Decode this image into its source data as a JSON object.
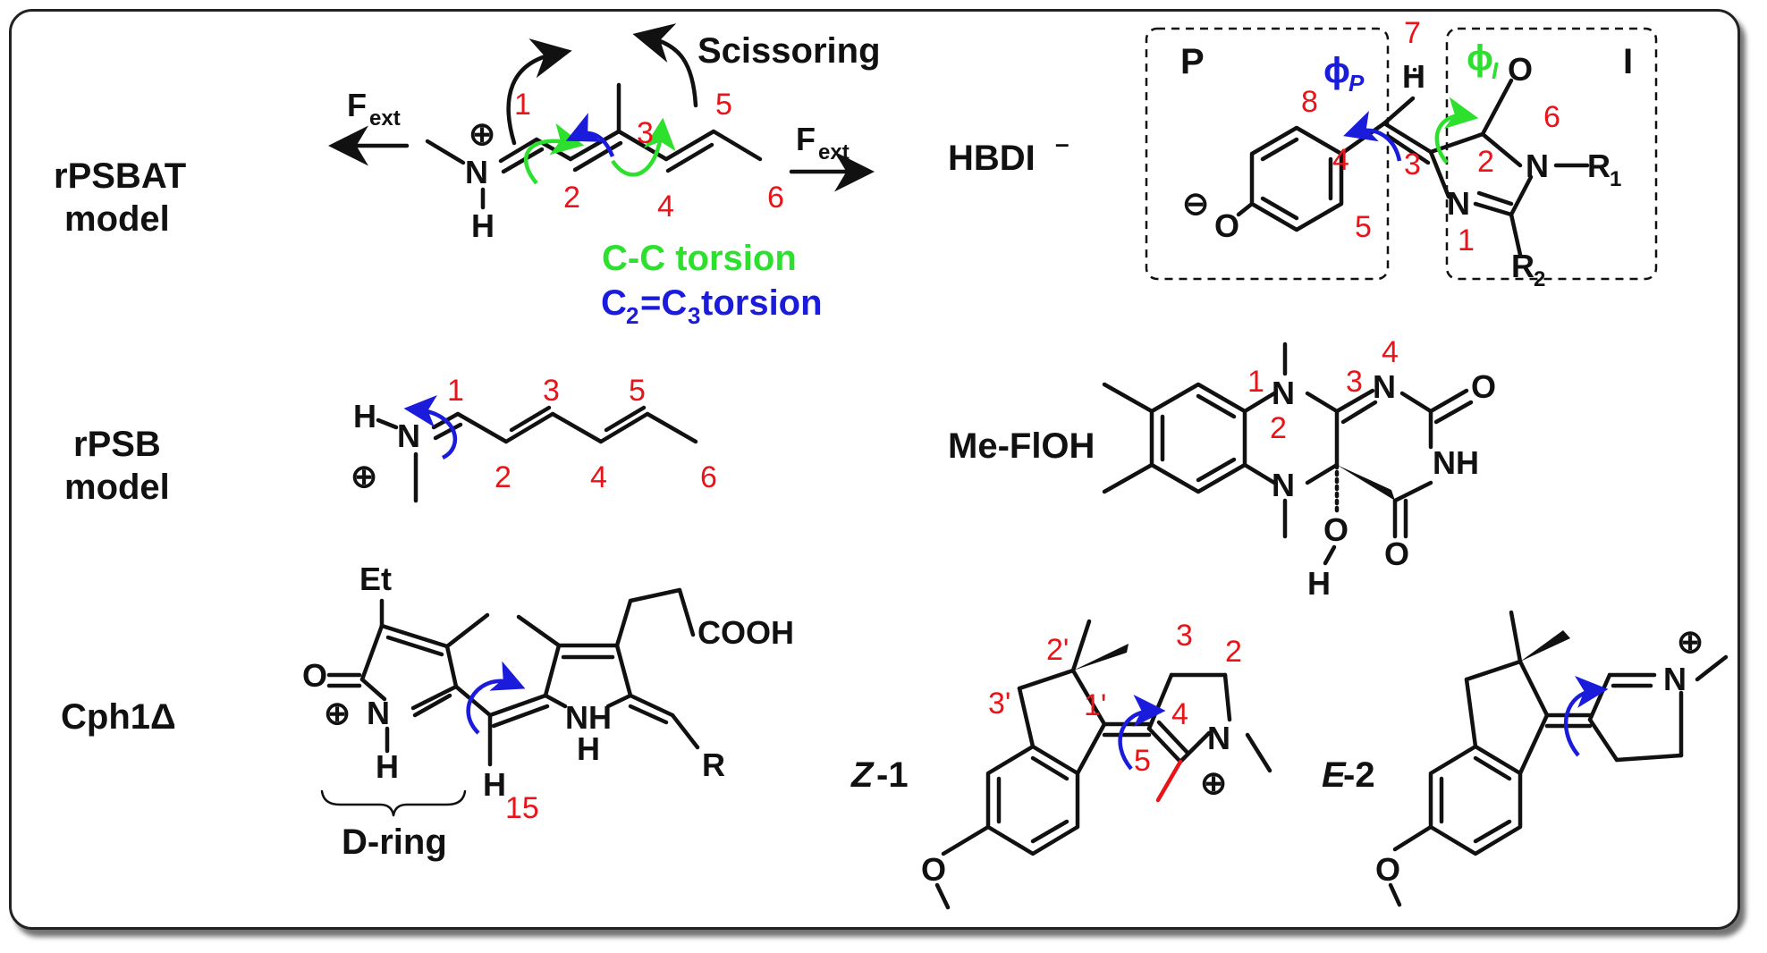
{
  "labels": {
    "rpsbat_line1": "rPSBAT",
    "rpsbat_line2": "model",
    "rpsb_line1": "rPSB",
    "rpsb_line2": "model",
    "cph1": "Cph1Δ",
    "hbdi": "HBDI",
    "hbdi_sup": "–",
    "meflon": "Me-FlOH",
    "z1_prefix": "Z",
    "z1_suffix": "-1",
    "e2_prefix": "E",
    "e2_suffix": "-2",
    "scissoring": "Scissoring",
    "fext": "F",
    "fext_sub": "ext",
    "cc_torsion": "C-C torsion",
    "c2c3_torsion": "C",
    "c2c3_rest": "=C",
    "c2c3_end": " torsion",
    "sub2": "2",
    "sub3": "3",
    "box_p": "P",
    "box_i": "I",
    "phi": "ϕ",
    "phi_p": "P",
    "phi_i": "I",
    "dring": "D-ring",
    "et": "Et",
    "cooh": "COOH",
    "r": "R",
    "r1": "R",
    "r1_sub": "1",
    "r2": "R",
    "r2_sub": "2",
    "nh": "NH",
    "h": "H",
    "n": "N",
    "o": "O",
    "oplus": "⊕",
    "ominus": "⊖"
  },
  "numbers": {
    "rpsbat": [
      "1",
      "2",
      "3",
      "4",
      "5",
      "6"
    ],
    "rpsb": [
      "1",
      "2",
      "3",
      "4",
      "5",
      "6"
    ],
    "hbdi": [
      "1",
      "2",
      "3",
      "4",
      "5",
      "6",
      "7",
      "8"
    ],
    "meflon": [
      "1",
      "2",
      "3",
      "4"
    ],
    "cph1": [
      "15"
    ],
    "z1": [
      "1'",
      "2'",
      "3'",
      "2",
      "3",
      "4",
      "5"
    ]
  },
  "colors": {
    "accent_red": "#e8141a",
    "arrow_blue": "#1b1bdc",
    "arrow_green": "#2ee02e",
    "text": "#111111"
  }
}
